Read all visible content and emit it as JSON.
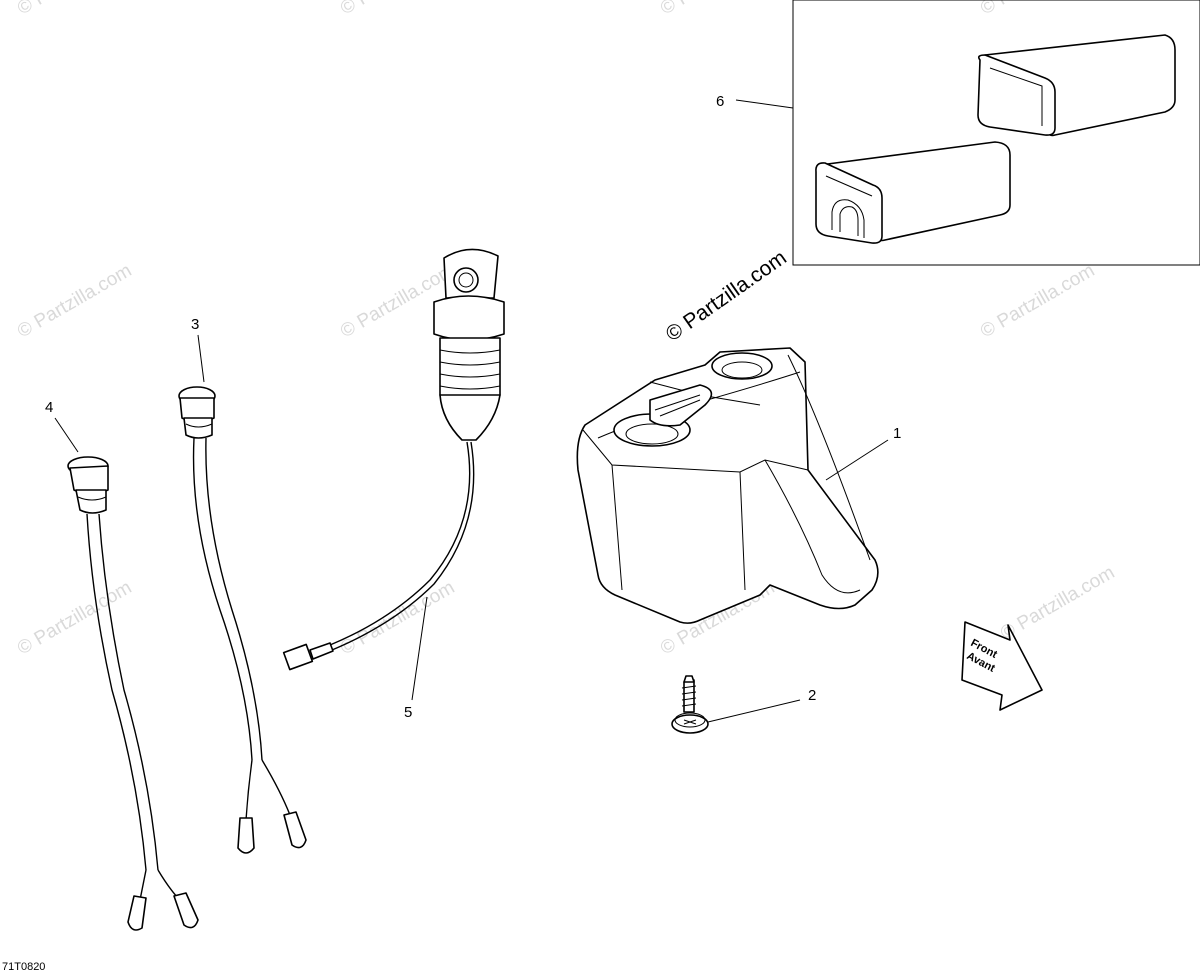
{
  "callouts": {
    "c1": "1",
    "c2": "2",
    "c3": "3",
    "c4": "4",
    "c5": "5",
    "c6": "6"
  },
  "watermark": {
    "main": "© Partzilla.com",
    "repeat": "© Partzilla.com"
  },
  "direction_arrow": {
    "line1": "Front",
    "line2": "Avant"
  },
  "drawing_code": "71T0820",
  "colors": {
    "line": "#000000",
    "background": "#ffffff",
    "watermark": "#d9d9d9"
  }
}
